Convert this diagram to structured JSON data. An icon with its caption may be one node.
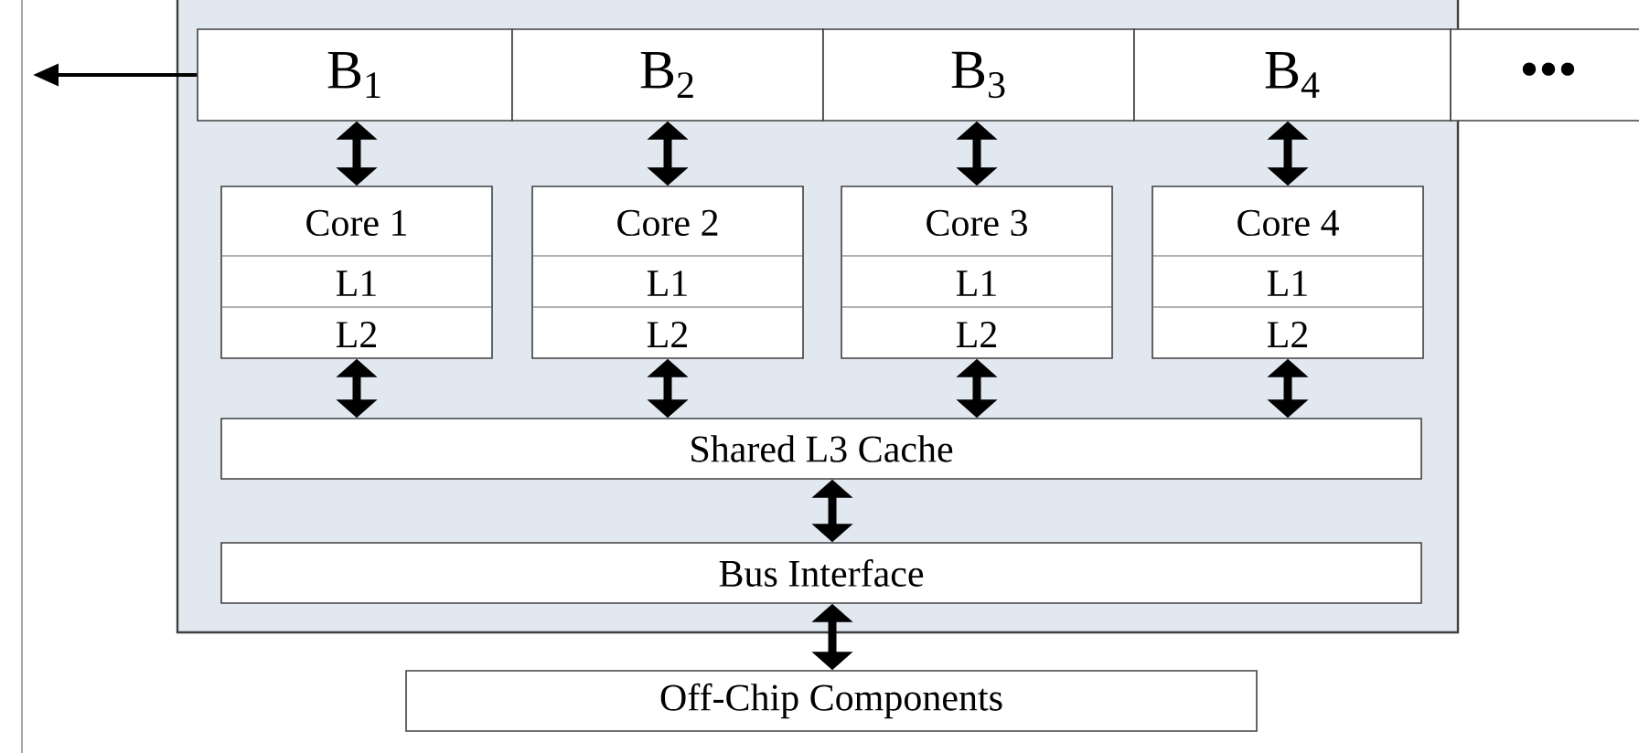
{
  "diagram": {
    "nodes": [
      {
        "text": [],
        "shape": "box"
      },
      {
        "text": [
          "B$_{1}$"
        ],
        "in": 0
      },
      {
        "text": [
          "B$_{2}$"
        ],
        "in": 0
      },
      {
        "text": [
          "B$_{3}$"
        ],
        "in": 0
      },
      {
        "text": [
          "B$_{4}$"
        ],
        "in": 0
      },
      {
        "text": [
          "•••"
        ]
      },
      {
        "text": [
          "Core 1",
          "L1",
          "L2"
        ],
        "in": 0
      },
      {
        "text": [
          "Core 2",
          "L1",
          "L2"
        ],
        "in": 0
      },
      {
        "text": [
          "Core 3",
          "L1",
          "L2"
        ],
        "in": 0
      },
      {
        "text": [
          "Core 4",
          "L1",
          "L2"
        ],
        "in": 0
      },
      {
        "text": [
          "Shared L3 Cache"
        ],
        "in": 0
      },
      {
        "text": [
          "Bus Interface"
        ],
        "in": 0
      },
      {
        "text": [
          "Off-Chip Components"
        ]
      }
    ],
    "edges": [
      {
        "from": 1,
        "to": null,
        "arrow": "to"
      },
      {
        "from": 1,
        "to": 6,
        "arrow": "both"
      },
      {
        "from": 2,
        "to": 7,
        "arrow": "both"
      },
      {
        "from": 3,
        "to": 8,
        "arrow": "both"
      },
      {
        "from": 4,
        "to": 9,
        "arrow": "both"
      },
      {
        "from": 6,
        "to": 10,
        "arrow": "both"
      },
      {
        "from": 7,
        "to": 10,
        "arrow": "both"
      },
      {
        "from": 8,
        "to": 10,
        "arrow": "both"
      },
      {
        "from": 9,
        "to": 10,
        "arrow": "both"
      },
      {
        "from": 10,
        "to": 11,
        "arrow": "both"
      },
      {
        "from": 11,
        "to": 12,
        "arrow": "both"
      }
    ]
  }
}
